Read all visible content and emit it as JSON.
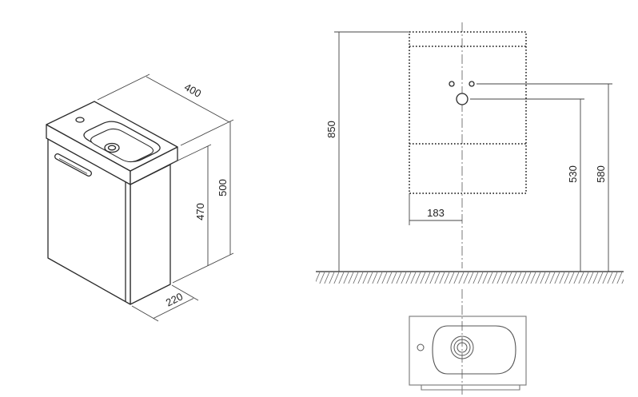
{
  "isometric_view": {
    "dimension_labels": [
      "400",
      "500",
      "470",
      "220"
    ]
  },
  "front_elevation": {
    "dimension_labels": [
      "850",
      "183",
      "530",
      "580"
    ]
  },
  "colors": {
    "line": "#2b2b2b",
    "dimension": "#444444",
    "background": "#ffffff"
  }
}
